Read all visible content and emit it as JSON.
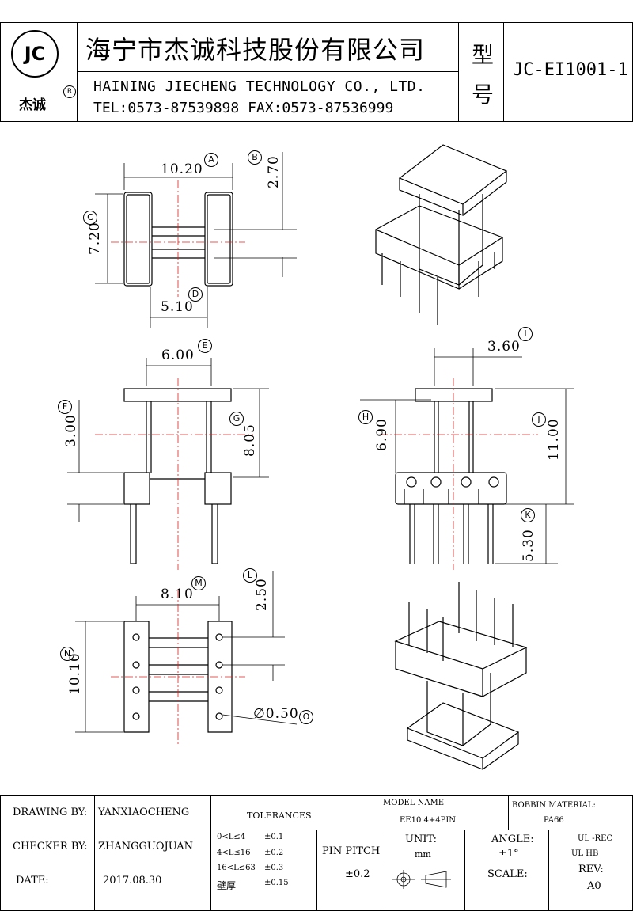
{
  "header": {
    "logo_text": "JC",
    "logo_cn": "杰诚",
    "logo_reg": "R",
    "company_cn": "海宁市杰诚科技股份有限公司",
    "company_en": "HAINING JIECHENG TECHNOLOGY CO., LTD.",
    "company_contact": "TEL:0573-87539898  FAX:0573-87536999",
    "type_label_1": "型",
    "type_label_2": "号",
    "model_number": "JC-EI1001-1"
  },
  "dimensions": {
    "A": {
      "value": "10.20",
      "mark": "A"
    },
    "B": {
      "value": "2.70",
      "mark": "B"
    },
    "C": {
      "value": "7.20",
      "mark": "C"
    },
    "D": {
      "value": "5.10",
      "mark": "D"
    },
    "E": {
      "value": "6.00",
      "mark": "E"
    },
    "F": {
      "value": "3.00",
      "mark": "F"
    },
    "G": {
      "value": "8.05",
      "mark": "G"
    },
    "H": {
      "value": "6.90",
      "mark": "H"
    },
    "I": {
      "value": "3.60",
      "mark": "I"
    },
    "J": {
      "value": "11.00",
      "mark": "J"
    },
    "K": {
      "value": "5.30",
      "mark": "K"
    },
    "L": {
      "value": "2.50",
      "mark": "L"
    },
    "M": {
      "value": "8.10",
      "mark": "M"
    },
    "N": {
      "value": "10.10",
      "mark": "N"
    },
    "O": {
      "value": "∅0.50",
      "mark": "O"
    }
  },
  "title_block": {
    "drawing_by_label": "DRAWING  BY:",
    "drawing_by": "YANXIAOCHENG",
    "checker_by_label": "CHECKER  BY:",
    "checker_by": "ZHANGGUOJUAN",
    "date_label": "DATE:",
    "date": "2017.08.30",
    "tolerances_label": "TOLERANCES",
    "tol_rows": [
      {
        "range": "0<L≤4",
        "tol": "±0.1"
      },
      {
        "range": "4<L≤16",
        "tol": "±0.2"
      },
      {
        "range": "16<L≤63",
        "tol": "±0.3"
      },
      {
        "range": "壁厚",
        "tol": "±0.15"
      }
    ],
    "pin_pitch_label": "PIN PITCH",
    "pin_pitch": "±0.2",
    "model_name_label": "MODEL NAME",
    "model_name": "EE10 4+4PIN",
    "bobbin_material_label": "BOBBIN MATERIAL:",
    "bobbin_material": "PA66",
    "unit_label": "UNIT:",
    "unit": "mm",
    "angle_label": "ANGLE:",
    "angle": "±1°",
    "ul_rec": "UL -REC",
    "ul_hb": "UL  HB",
    "scale_label": "SCALE:",
    "rev_label": "REV:",
    "rev": "A0"
  }
}
